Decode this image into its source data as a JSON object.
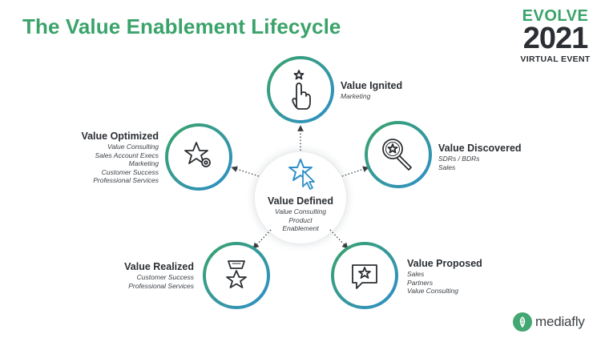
{
  "title": "The Value Enablement Lifecycle",
  "event": {
    "line1": "EVOLVE",
    "line2": "2021",
    "line3": "VIRTUAL EVENT"
  },
  "center": {
    "name": "Value Defined",
    "roles": [
      "Value Consulting",
      "Product",
      "Enablement"
    ]
  },
  "stages": [
    {
      "name": "Value Ignited",
      "roles": [
        "Marketing"
      ],
      "icon": "pointer-hand-icon"
    },
    {
      "name": "Value Discovered",
      "roles": [
        "SDRs / BDRs",
        "Sales"
      ],
      "icon": "magnifier-star-icon"
    },
    {
      "name": "Value Proposed",
      "roles": [
        "Sales",
        "Partners",
        "Value Consulting"
      ],
      "icon": "chat-star-icon"
    },
    {
      "name": "Value Realized",
      "roles": [
        "Customer Success",
        "Professional Services"
      ],
      "icon": "medal-star-icon"
    },
    {
      "name": "Value Optimized",
      "roles": [
        "Value Consulting",
        "Sales Account Execs",
        "Marketing",
        "Customer Success",
        "Professional Services"
      ],
      "icon": "star-gear-icon"
    }
  ],
  "logo": {
    "text": "mediafly",
    "icon": "mediafly-leaf-icon"
  },
  "colors": {
    "title": "#3aa36a",
    "ring_start": "#3aa36a",
    "ring_end": "#2f8fc8",
    "text": "#2b2f33"
  }
}
